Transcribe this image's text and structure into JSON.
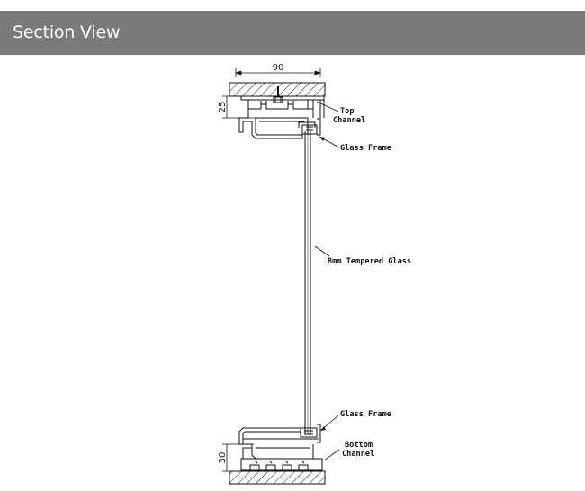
{
  "header": {
    "title": "Section View",
    "background_color": "#7a7a7a",
    "text_color": "#ffffff"
  },
  "diagram": {
    "dimensions": {
      "width": "90",
      "top_height": "25",
      "bottom_height": "30"
    },
    "labels": {
      "top_channel_line1": "Top",
      "top_channel_line2": "Channel",
      "glass_frame_top": "Glass Frame",
      "tempered_glass": "8mm Tempered Glass",
      "glass_frame_bottom": "Glass Frame",
      "bottom_channel_line1": "Bottom",
      "bottom_channel_line2": "Channel"
    },
    "line_color": "#111111"
  }
}
